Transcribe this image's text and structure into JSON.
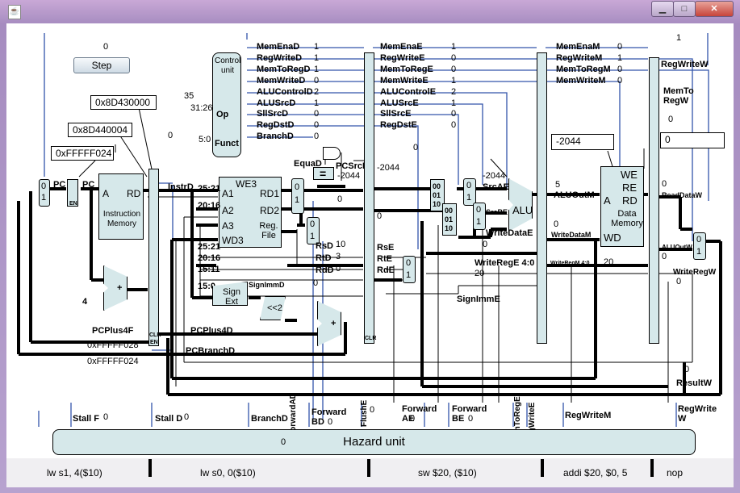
{
  "window": {
    "icon": "java-cup-icon",
    "minimize": "▁",
    "maximize": "□",
    "close": "✕"
  },
  "controls": {
    "step_label": "Step",
    "top_value": "0",
    "top_right_value": "1"
  },
  "fetch": {
    "addr_top": "0x8D430000",
    "addr_mid": "0x8D440004",
    "addr_pc": "0xFFFFF024",
    "pc_label": "PC",
    "pc_label2": "PC",
    "mux_top": "0",
    "mux_bot": "1",
    "en": "EN",
    "imem_a": "A",
    "imem_rd": "RD",
    "imem_title": "Instruction Memory",
    "four": "4",
    "pcplus4f": "PCPlus4F",
    "pcplus4f_val": "0xFFFFF028",
    "pcbranch_val": "0xFFFFF024",
    "clr": "CLR",
    "en2": "EN",
    "instrd": "InstrD",
    "zero_mid": "0"
  },
  "decode": {
    "control_unit": "Control unit",
    "op": "Op",
    "funct": "Funct",
    "op_bits": "31:26",
    "funct_bits": "5:0",
    "op_val": "35",
    "signals": [
      {
        "name": "MemEnaD",
        "value": "1"
      },
      {
        "name": "RegWriteD",
        "value": "1"
      },
      {
        "name": "MemToRegD",
        "value": "1"
      },
      {
        "name": "MemWriteD",
        "value": "0"
      },
      {
        "name": "ALUControlD",
        "value": "2"
      },
      {
        "name": "ALUSrcD",
        "value": "1"
      },
      {
        "name": "SllSrcD",
        "value": "0"
      },
      {
        "name": "RegDstD",
        "value": "0"
      },
      {
        "name": "BranchD",
        "value": "0"
      }
    ],
    "we3": "WE3",
    "a1": "A1",
    "a2": "A2",
    "a3": "A3",
    "wd3": "WD3",
    "rd1": "RD1",
    "rd2": "RD2",
    "regfile": "Reg. File",
    "bits_2521": "25:21",
    "bits_2016": "20:16",
    "bits_2521b": "25:21",
    "bits_2016b": "20:16",
    "bits_1511": "15:11",
    "bits_150": "15:0",
    "sign_ext": "Sign Ext",
    "shift2": "<<2",
    "rsd": "RsD",
    "rsd_val": "10",
    "rtd": "RtD",
    "rtd_val": "3",
    "rdd": "RdD",
    "rdd_val": "0",
    "signimmd": "SignImmD",
    "signimmd_val": "0",
    "pcplus4d": "PCPlus4D",
    "pcbranchd": "PCBranchD",
    "equad": "EquaD",
    "pcsrcd": "PCSrcD",
    "eq": "=",
    "rd_neg": "-2044",
    "mux0": "0",
    "mux1": "1",
    "val0": "0",
    "zero_pcsrc": "0"
  },
  "execute": {
    "signals": [
      {
        "name": "MemEnaE",
        "value": "1"
      },
      {
        "name": "RegWriteE",
        "value": "0"
      },
      {
        "name": "MemToRegE",
        "value": "0"
      },
      {
        "name": "MemWriteE",
        "value": "1"
      },
      {
        "name": "ALUControlE",
        "value": "2"
      },
      {
        "name": "ALUSrcE",
        "value": "1"
      },
      {
        "name": "SllSrcE",
        "value": "0"
      },
      {
        "name": "RegDstE",
        "value": "0"
      }
    ],
    "val_neg": "-2044",
    "val_zero": "0",
    "rse": "RsE",
    "rte": "RtE",
    "rde": "RdE",
    "srcae": "SrcAE",
    "srcbe": "SrcBE",
    "srca_val": "-2044",
    "alu": "ALU",
    "writedatae": "WriteDataE",
    "writedatae_val": "0",
    "writerege": "WriteRegE 4:0",
    "writerege_val": "20",
    "signimme": "SignImmE",
    "alu_box": "-2044",
    "m00": "00",
    "m01": "01",
    "m10": "10",
    "n00": "00",
    "n01": "01",
    "n10": "10",
    "mux0": "0",
    "mux1": "1",
    "muxb0": "0",
    "muxb1": "1",
    "clr": "CLR",
    "regdst_val": "0"
  },
  "memory": {
    "signals": [
      {
        "name": "MemEnaM",
        "value": "0"
      },
      {
        "name": "RegWriteM",
        "value": "1"
      },
      {
        "name": "MemToRegM",
        "value": "0"
      },
      {
        "name": "MemWriteM",
        "value": "0"
      }
    ],
    "aluoutm": "ALUOutM",
    "aluoutm_val": "5",
    "writedatam": "WriteDataM",
    "writedatam_val": "0",
    "writeregm": "WriteRegM 4:0",
    "writeregm_val": "20",
    "we": "WE",
    "re": "RE",
    "a": "A",
    "rd": "RD",
    "wd": "WD",
    "dmem": "Data Memory",
    "dm_box": "0"
  },
  "writeback": {
    "regwritew": "RegWriteW",
    "memtoregw": "MemTo RegW",
    "memtoregw_val": "0",
    "readdataw": "ReadDataW",
    "readdataw_val": "0",
    "aluoutw": "ALUOutW",
    "aluoutw_val": "0",
    "writeregw": "WriteRegW",
    "writeregw_val": "0",
    "resultw": "ResultW",
    "resultw_val": "0",
    "mux0": "0",
    "mux1": "1"
  },
  "hazard": {
    "title": "Hazard unit",
    "value": "0",
    "stallf": "Stall F",
    "stallf_val": "0",
    "stalld": "Stall D",
    "stalld_val": "0",
    "branchd": "BranchD",
    "forwardad": "ForwardAD",
    "forwardbd": "Forward BD",
    "forwardbd_val": "0",
    "flushe": "FlushE",
    "flushe_val": "0",
    "forwardae": "Forward AE",
    "forwardae_val": "0",
    "forwardbe": "Forward BE",
    "forwardbe_val": "0",
    "memtorege": "MemToRegE",
    "regwritee": "RegWriteE",
    "regwritem": "RegWriteM",
    "regwritew": "RegWrite W"
  },
  "status_bar": {
    "stages": [
      "lw s1, 4($10)",
      "lw s0, 0($10)",
      "sw $20, ($10)",
      "addi $20, $0, 5",
      "nop"
    ]
  }
}
